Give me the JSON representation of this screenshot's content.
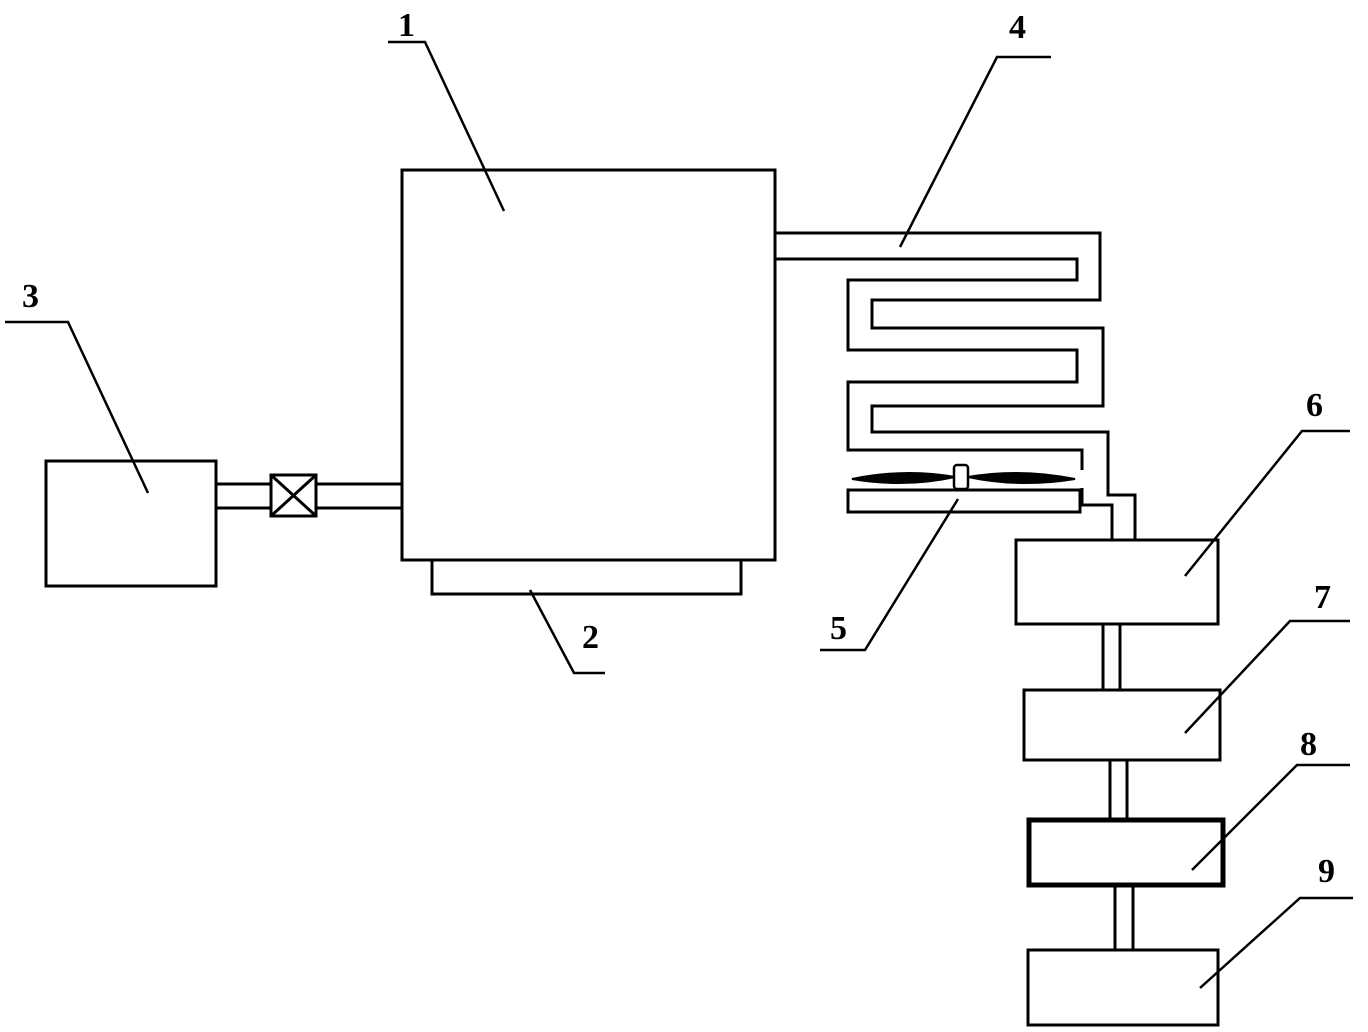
{
  "diagram": {
    "labels": {
      "c1": "1",
      "c2": "2",
      "c3": "3",
      "c4": "4",
      "c5": "5",
      "c6": "6",
      "c7": "7",
      "c8": "8",
      "c9": "9"
    },
    "icons": {
      "valve": "valve-icon",
      "fan": "fan-icon"
    },
    "colors": {
      "line": "#000000",
      "background": "#ffffff"
    }
  }
}
